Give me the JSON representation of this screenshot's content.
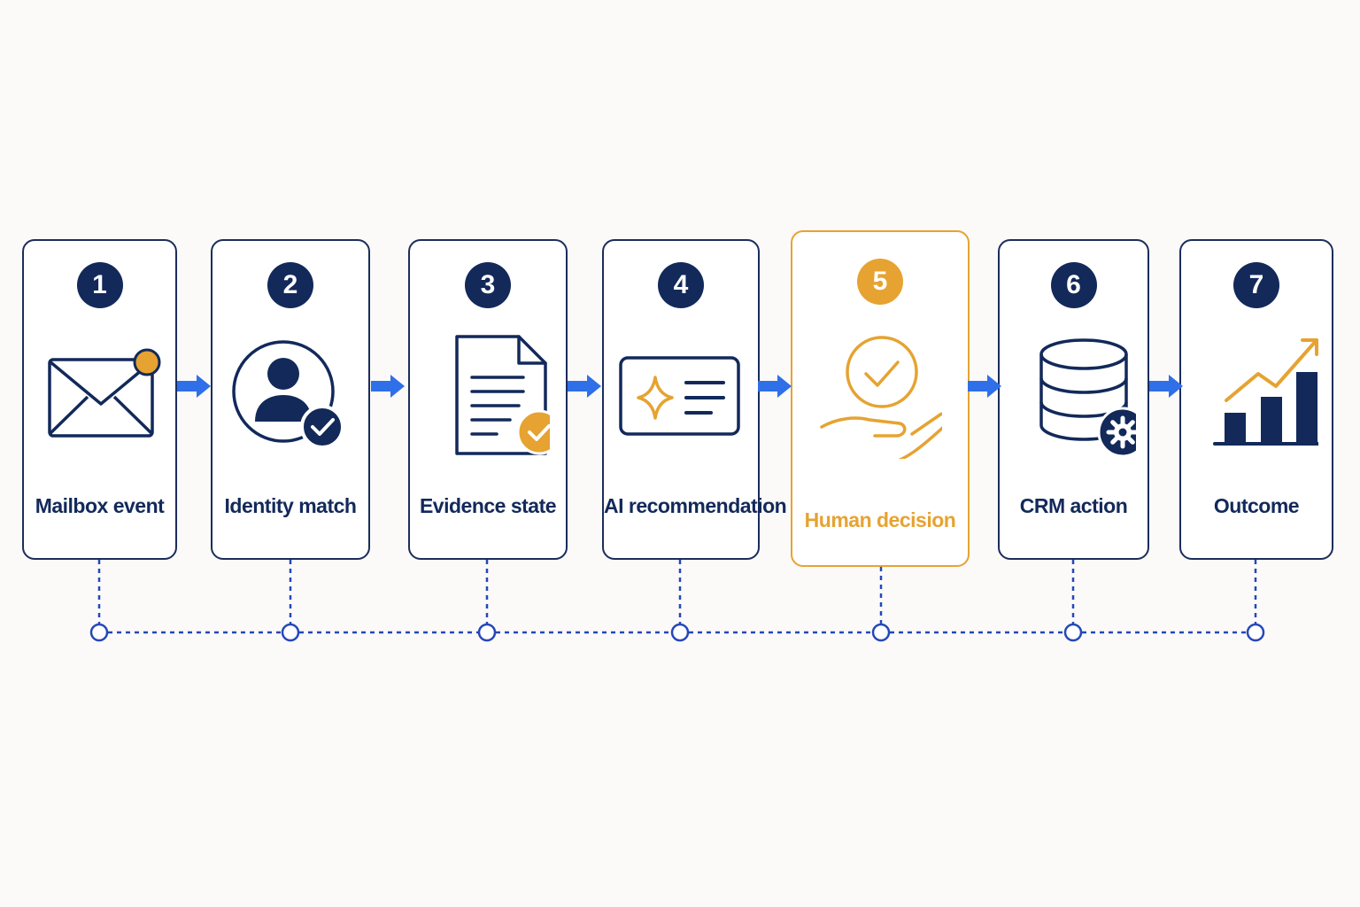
{
  "steps": [
    {
      "number": "1",
      "label": "Mailbox event",
      "icon": "envelope-notification-icon"
    },
    {
      "number": "2",
      "label": "Identity match",
      "icon": "user-verified-icon"
    },
    {
      "number": "3",
      "label": "Evidence state",
      "icon": "document-check-icon"
    },
    {
      "number": "4",
      "label": "AI recommendation",
      "icon": "ai-sparkle-card-icon"
    },
    {
      "number": "5",
      "label": "Human decision",
      "icon": "hand-approval-icon",
      "highlighted": true
    },
    {
      "number": "6",
      "label": "CRM action",
      "icon": "database-gear-icon"
    },
    {
      "number": "7",
      "label": "Outcome",
      "icon": "growth-chart-icon"
    }
  ],
  "colors": {
    "navy": "#12295a",
    "card_border": "#1b2d5c",
    "accent_orange": "#e6a331",
    "arrow_blue": "#2f6fe8",
    "timeline_blue": "#2448b8",
    "background": "#fbfaf8"
  }
}
